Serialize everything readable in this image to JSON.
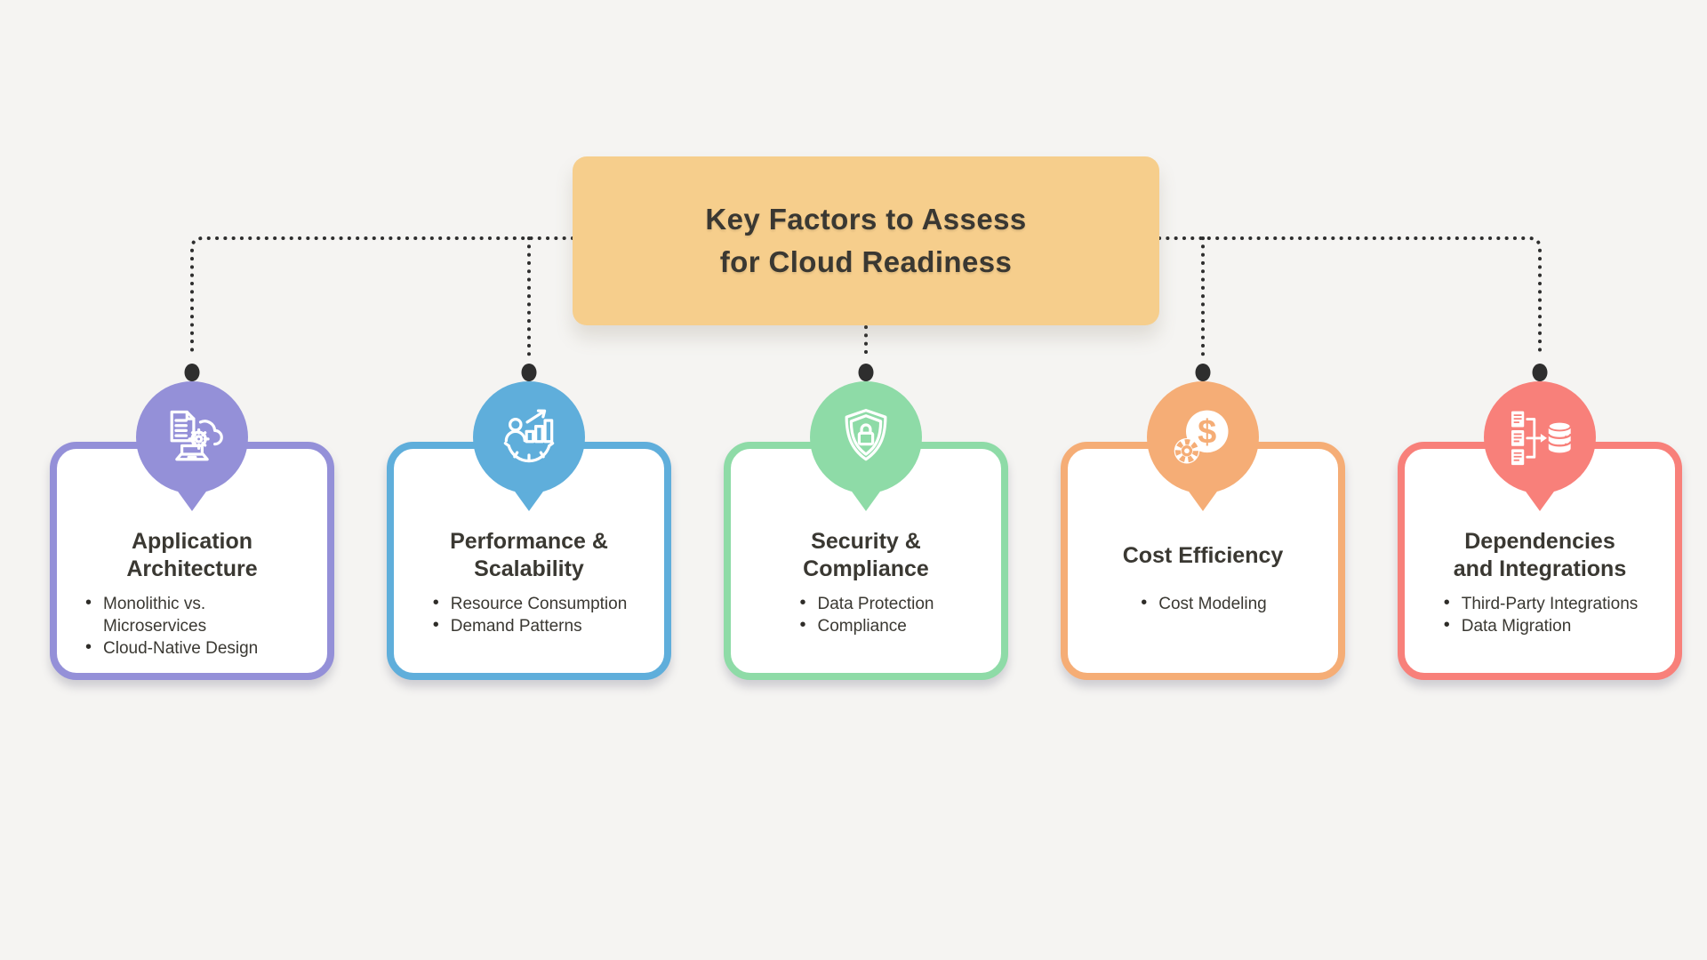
{
  "background_color": "#F5F4F2",
  "connector_color": "#2E2E2E",
  "header": {
    "bg_color": "#F6CE8C",
    "text_color": "#3A3832",
    "title_lines": [
      "Key Factors to Assess",
      "for Cloud Readiness"
    ]
  },
  "cards": [
    {
      "accent_color": "#9490D8",
      "icon": "app-architecture-icon",
      "title_lines": [
        "Application",
        "Architecture"
      ],
      "bullets": [
        "Monolithic vs. Microservices",
        "Cloud-Native Design"
      ]
    },
    {
      "accent_color": "#5FAEDB",
      "icon": "performance-growth-icon",
      "title_lines": [
        "Performance &",
        "Scalability"
      ],
      "bullets": [
        "Resource Consumption",
        "Demand Patterns"
      ]
    },
    {
      "accent_color": "#8EDBA7",
      "icon": "shield-lock-icon",
      "title_lines": [
        "Security &",
        "Compliance"
      ],
      "bullets": [
        "Data Protection",
        "Compliance"
      ]
    },
    {
      "accent_color": "#F5AD76",
      "icon": "dollar-gear-icon",
      "title_lines": [
        "Cost Efficiency"
      ],
      "bullets": [
        "Cost Modeling"
      ]
    },
    {
      "accent_color": "#F8807A",
      "icon": "data-integration-icon",
      "title_lines": [
        "Dependencies",
        "and Integrations"
      ],
      "bullets": [
        "Third-Party Integrations",
        "Data Migration"
      ]
    }
  ]
}
